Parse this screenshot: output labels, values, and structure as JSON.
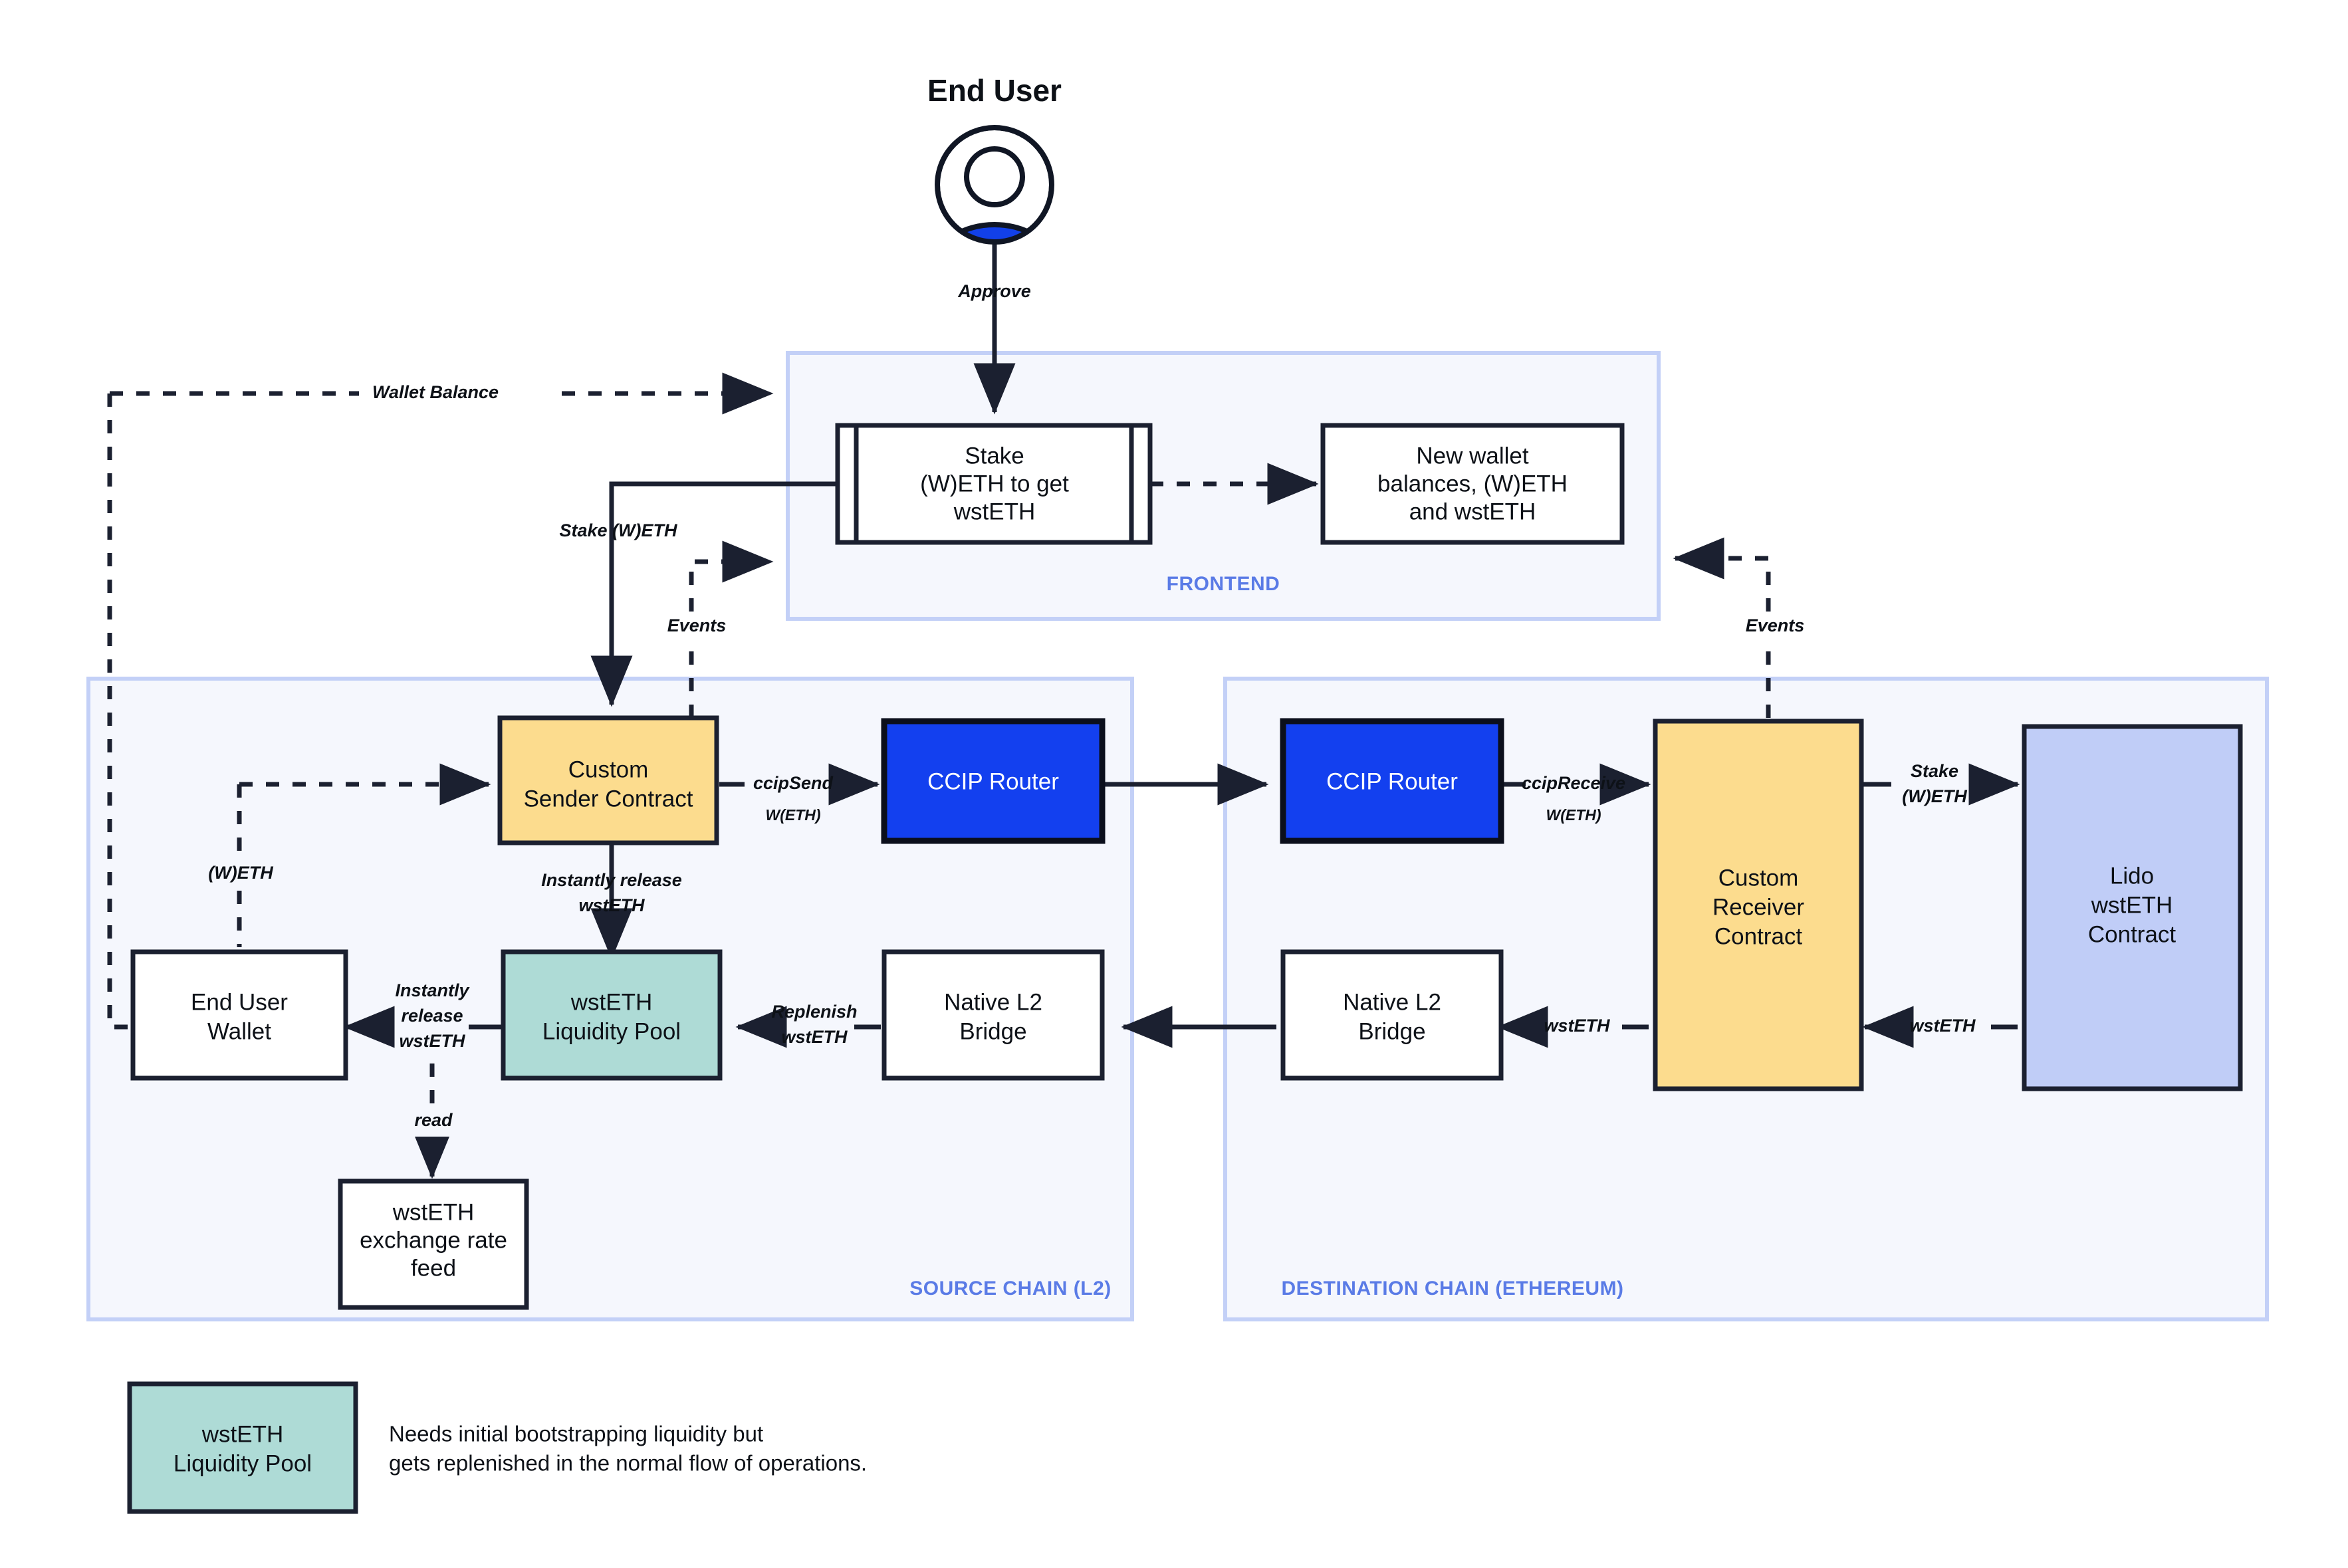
{
  "title": "End User",
  "actor": {
    "label": "End User",
    "icon": "user-avatar-icon"
  },
  "zones": {
    "frontend": {
      "label": "FRONTEND"
    },
    "source": {
      "label": "SOURCE CHAIN (L2)"
    },
    "destination": {
      "label": "DESTINATION CHAIN (ETHEREUM)"
    }
  },
  "nodes": {
    "stake_form": {
      "label_1": "Stake",
      "label_2": "(W)ETH to get",
      "label_3": "wstETH"
    },
    "new_balances": {
      "label_1": "New wallet",
      "label_2": "balances, (W)ETH",
      "label_3": "and wstETH"
    },
    "sender": {
      "label_1": "Custom",
      "label_2": "Sender Contract"
    },
    "ccip_router_src": {
      "label": "CCIP Router"
    },
    "ccip_router_dst": {
      "label": "CCIP Router"
    },
    "receiver": {
      "label_1": "Custom",
      "label_2": "Receiver",
      "label_3": "Contract"
    },
    "lido": {
      "label_1": "Lido",
      "label_2": "wstETH",
      "label_3": "Contract"
    },
    "wallet": {
      "label_1": "End User",
      "label_2": "Wallet"
    },
    "pool": {
      "label_1": "wstETH",
      "label_2": "Liquidity Pool"
    },
    "bridge_src": {
      "label_1": "Native L2",
      "label_2": "Bridge"
    },
    "bridge_dst": {
      "label_1": "Native L2",
      "label_2": "Bridge"
    },
    "rate_feed": {
      "label_1": "wstETH",
      "label_2": "exchange rate",
      "label_3": "feed"
    }
  },
  "edges": {
    "approve": "Approve",
    "wallet_balance": "Wallet Balance",
    "stake_weth": "Stake (W)ETH",
    "events_left": "Events",
    "events_right": "Events",
    "ccip_send": "ccipSend",
    "ccip_send_sub": "W(ETH)",
    "ccip_receive": "ccipReceive",
    "ccip_receive_sub": "W(ETH)",
    "weth": "(W)ETH",
    "instantly_release_1": "Instantly release",
    "instantly_release_2": "wstETH",
    "instantly_release_wallet_1": "Instantly",
    "instantly_release_wallet_2": "release",
    "instantly_release_wallet_3": "wstETH",
    "replenish_1": "Replenish",
    "replenish_2": "wstETH",
    "read": "read",
    "stake_dst_1": "Stake",
    "stake_dst_2": "(W)ETH",
    "wsteth_recv": "wstETH",
    "wsteth_lido": "wstETH"
  },
  "legend": {
    "swatch": {
      "label_1": "wstETH",
      "label_2": "Liquidity Pool"
    },
    "note_1": "Needs initial bootstrapping liquidity but",
    "note_2": "gets replenished in the normal flow of operations."
  },
  "colors": {
    "zone_fill": "#f5f7fd",
    "zone_border": "#c3d0f7",
    "zone_label": "#5a7be6",
    "yellow": "#fcdc8e",
    "teal": "#aedbd6",
    "router_blue": "#1340ef",
    "periwinkle": "#c0cdf7",
    "stroke": "#1b2030",
    "avatar_blue": "#1240e8"
  }
}
